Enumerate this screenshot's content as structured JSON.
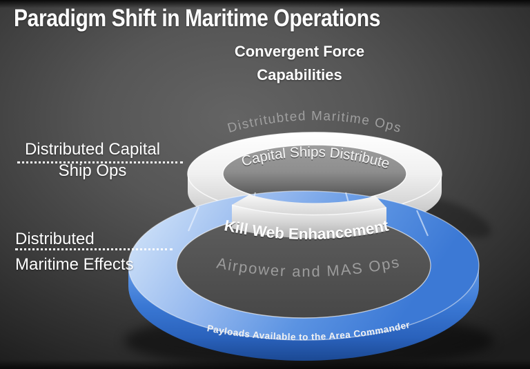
{
  "slide": {
    "title": "Paradigm Shift in Maritime Operations",
    "subtitle_line1": "Convergent Force",
    "subtitle_line2": "Capabilities"
  },
  "callouts": {
    "capital_ship_ops_line1": "Distributed Capital",
    "capital_ship_ops_line2": "Ship Ops",
    "maritime_effects_line1": "Distributed",
    "maritime_effects_line2": "Maritime Effects"
  },
  "diagram": {
    "top_ring": {
      "color": "#e9e9e9",
      "arc_label": "Distritubted Maritime Ops",
      "wall_label": "Capital Ships Distribute"
    },
    "bottom_ring": {
      "color": "#4583d8",
      "segment_label": "Kill Web Enhancement",
      "inner_label": "Airpower and MAS Ops",
      "rim_label": "Payloads  Available to the Area Commander"
    }
  }
}
